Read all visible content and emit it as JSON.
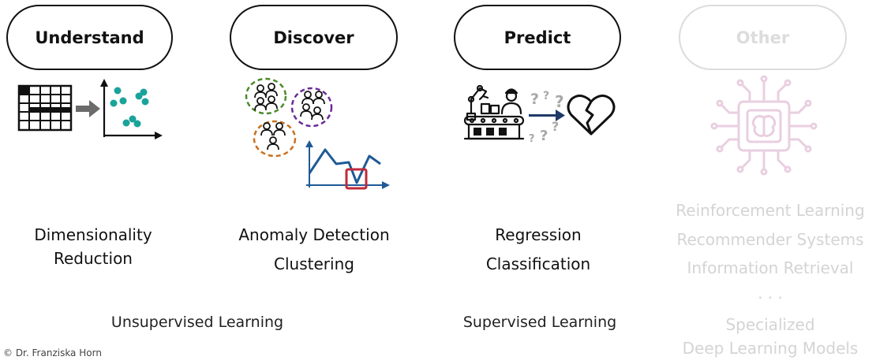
{
  "columns": [
    {
      "id": "understand",
      "title": "Understand",
      "tasks": [
        "Dimensionality",
        "Reduction"
      ],
      "faded": false
    },
    {
      "id": "discover",
      "title": "Discover",
      "tasks": [
        "Anomaly Detection",
        "Clustering"
      ],
      "faded": false
    },
    {
      "id": "predict",
      "title": "Predict",
      "tasks": [
        "Regression",
        "Classification"
      ],
      "faded": false
    },
    {
      "id": "other",
      "title": "Other",
      "tasks": [
        "Reinforcement Learning",
        "Recommender Systems",
        "Information Retrieval",
        "· · ·",
        "Specialized",
        "Deep Learning Models"
      ],
      "faded": true
    }
  ],
  "groups": {
    "unsupervised": "Unsupervised Learning",
    "supervised": "Supervised Learning"
  },
  "copyright": "© Dr. Franziska Horn",
  "colors": {
    "teal": "#1aa39a",
    "green": "#4a8a2a",
    "purple": "#6a2a9a",
    "orange": "#c9701e",
    "blue": "#1f5a96",
    "red": "#c02a3a",
    "faded_pink": "#e9cfe0",
    "gray_arrow": "#6b6b6b"
  },
  "icons": {
    "understand": [
      "table-icon",
      "arrow-right-icon",
      "scatter-plot-icon"
    ],
    "discover": [
      "people-clusters-icon",
      "line-chart-anomaly-icon"
    ],
    "predict": [
      "factory-icon",
      "question-marks-icon",
      "broken-heart-icon"
    ],
    "other": [
      "ai-chip-icon"
    ]
  }
}
